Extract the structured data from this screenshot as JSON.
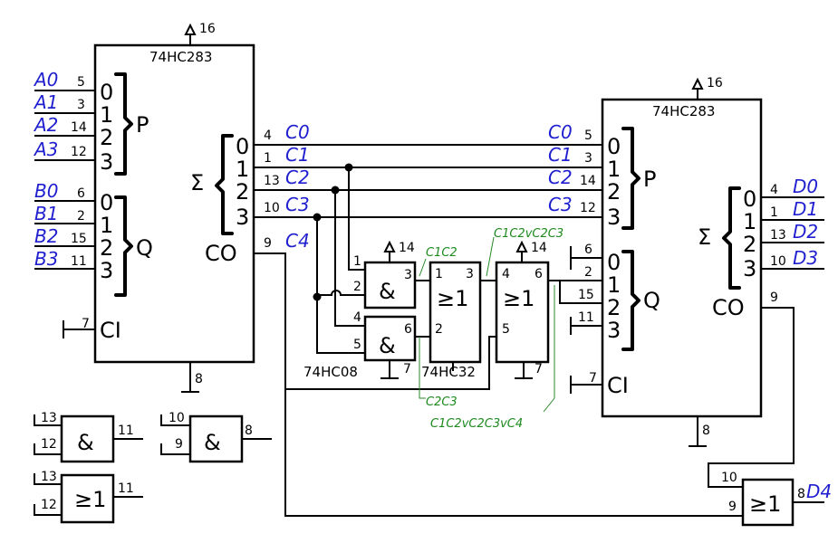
{
  "colors": {
    "signal": "#1f1fd0",
    "annotation": "#1e8a1e",
    "line": "#000000"
  },
  "chips": {
    "adder": "74HC283",
    "and_gate": "74HC08",
    "or_gate": "74HC32"
  },
  "symbols": {
    "and": "&",
    "or": "≥1",
    "sum": "Σ",
    "p": "P",
    "q": "Q",
    "ci": "CI",
    "co": "CO"
  },
  "bits": [
    "0",
    "1",
    "2",
    "3"
  ],
  "signals": {
    "A": [
      "A0",
      "A1",
      "A2",
      "A3"
    ],
    "B": [
      "B0",
      "B1",
      "B2",
      "B3"
    ],
    "C": [
      "C0",
      "C1",
      "C2",
      "C3",
      "C4"
    ],
    "D": [
      "D0",
      "D1",
      "D2",
      "D3",
      "D4"
    ]
  },
  "annotations": {
    "c1c2": "C1C2",
    "c2c3": "C2C3",
    "c1c2_or_c2c3": "C1C2vC2C3",
    "full": "C1C2vC2C3vC4"
  },
  "pins": {
    "vcc": "16",
    "gnd": "8",
    "ci": "7",
    "co": "9",
    "a": [
      "5",
      "3",
      "14",
      "12"
    ],
    "b": [
      "6",
      "2",
      "15",
      "11"
    ],
    "s": [
      "4",
      "1",
      "13",
      "10"
    ],
    "gate_vcc": "14",
    "gate_gnd": "7",
    "and1": [
      "1",
      "2",
      "3"
    ],
    "and2": [
      "4",
      "5",
      "6"
    ],
    "or1": [
      "1",
      "2",
      "3"
    ],
    "or2": [
      "4",
      "5",
      "6"
    ],
    "final_or": [
      "10",
      "9",
      "8"
    ],
    "spare_and1": [
      "13",
      "12",
      "11"
    ],
    "spare_and2": [
      "10",
      "9",
      "8"
    ],
    "spare_or": [
      "13",
      "12",
      "11"
    ],
    "q_const": [
      "6",
      "2",
      "15",
      "11"
    ]
  }
}
